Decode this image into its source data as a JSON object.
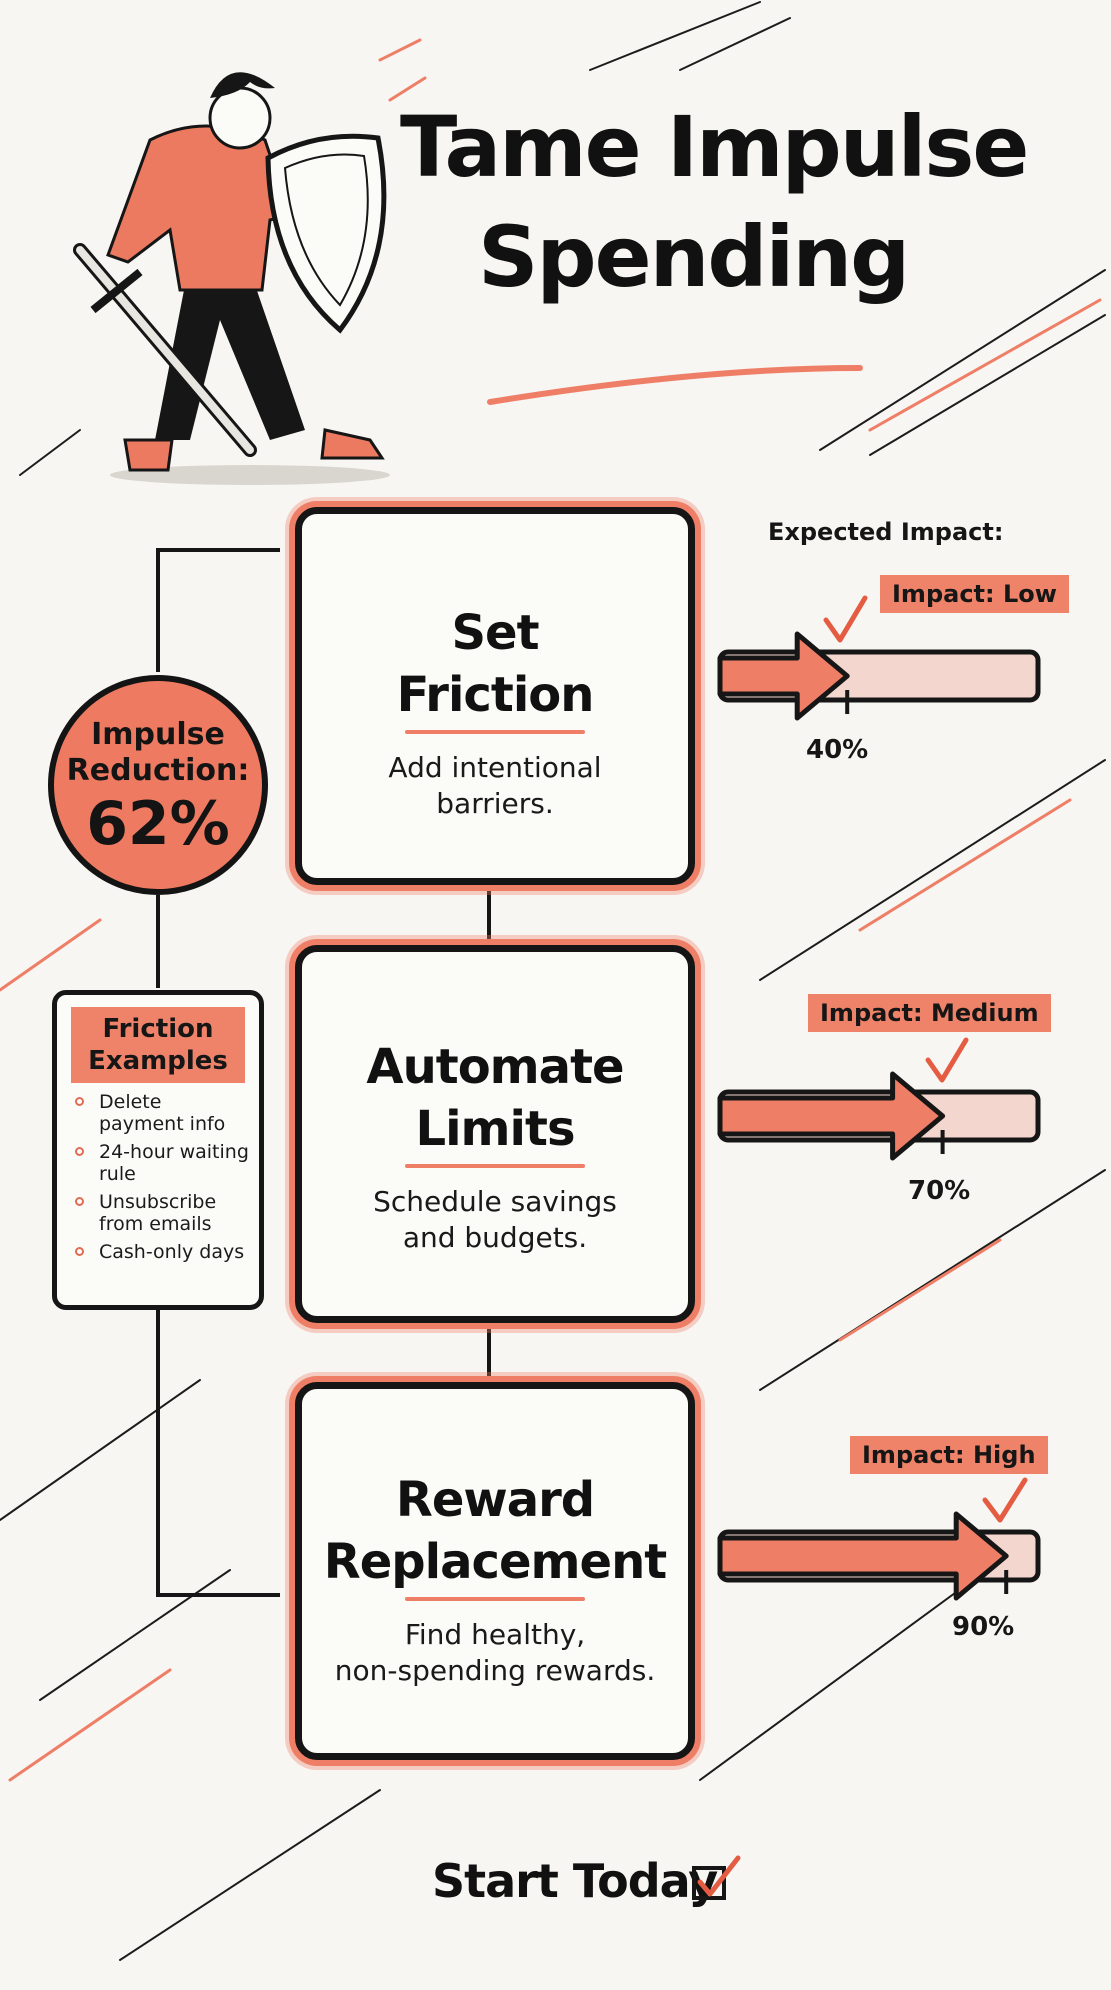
{
  "title": {
    "line1": "Tame Impulse",
    "line2": "Spending"
  },
  "badge": {
    "label": "Impulse\nReduction:",
    "value": "62%"
  },
  "examples": {
    "title": "Friction\nExamples",
    "items": [
      "Delete payment info",
      "24-hour waiting rule",
      "Unsubscribe from emails",
      "Cash-only days"
    ]
  },
  "expected_label": "Expected Impact:",
  "steps": [
    {
      "title": "Set\nFriction",
      "desc": "Add intentional\nbarriers."
    },
    {
      "title": "Automate\nLimits",
      "desc": "Schedule savings\nand budgets."
    },
    {
      "title": "Reward\nReplacement",
      "desc": "Find healthy,\nnon-spending rewards."
    }
  ],
  "impacts": [
    {
      "tag": "Impact: Low",
      "label": "40%",
      "value": 40
    },
    {
      "tag": "Impact: Medium",
      "label": "70%",
      "value": 70
    },
    {
      "tag": "Impact: High",
      "label": "90%",
      "value": 90
    }
  ],
  "cta": "Start Today",
  "colors": {
    "accent": "#ef7e66",
    "ink": "#151515",
    "paper": "#f7f6f3"
  }
}
